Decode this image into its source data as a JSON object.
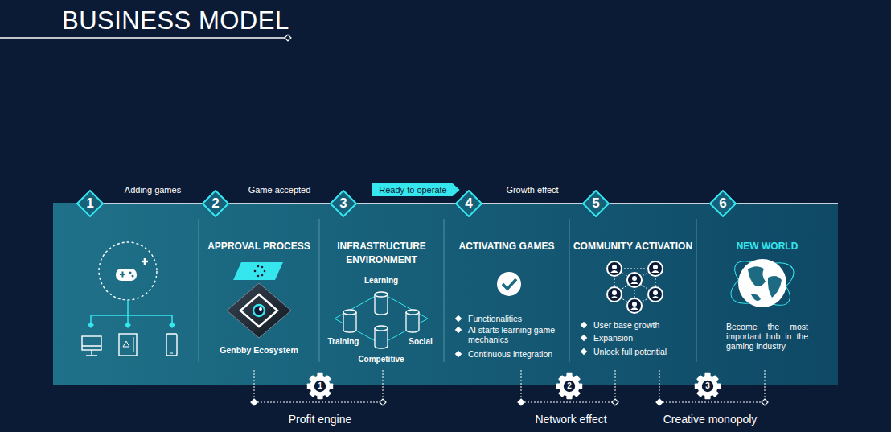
{
  "diagram": {
    "title": "BUSINESS MODEL",
    "nodes": [
      {
        "text": [
          "1"
        ]
      },
      {
        "text": [
          "2"
        ]
      },
      {
        "text": [
          "3"
        ]
      },
      {
        "text": [
          "4"
        ]
      },
      {
        "text": [
          "5"
        ]
      },
      {
        "text": [
          "6"
        ]
      },
      {
        "text": [
          "APPROVAL PROCESS",
          "Genbby Ecosystem"
        ]
      },
      {
        "text": [
          "INFRASTRUCTURE ENVIRONMENT"
        ]
      },
      {
        "text": [
          "ACTIVATING GAMES",
          "Functionalities",
          "AI starts learning game mechanics",
          "Continuous integration"
        ]
      },
      {
        "text": [
          "COMMUNITY ACTIVATION",
          "User base growth",
          "Expansion",
          "Unlock full potential"
        ]
      },
      {
        "text": [
          "NEW WORLD",
          "Become the most important hub in the gaming industry"
        ]
      }
    ],
    "edges": [
      {
        "from": 0,
        "to": 1,
        "label": "Adding games",
        "arrow": "none"
      },
      {
        "from": 1,
        "to": 2,
        "label": "Game accepted",
        "arrow": "none"
      },
      {
        "from": 2,
        "to": 3,
        "label": "Ready to operate",
        "arrow": "none"
      },
      {
        "from": 3,
        "to": 4,
        "label": "Growth effect",
        "arrow": "none"
      },
      {
        "from": 4,
        "to": 5,
        "arrow": "none"
      }
    ],
    "labels": [
      "Learning",
      "Training",
      "Social",
      "Competitive",
      "1",
      "2",
      "3",
      "Profit engine",
      "Network effect",
      "Creative monopoly"
    ]
  }
}
